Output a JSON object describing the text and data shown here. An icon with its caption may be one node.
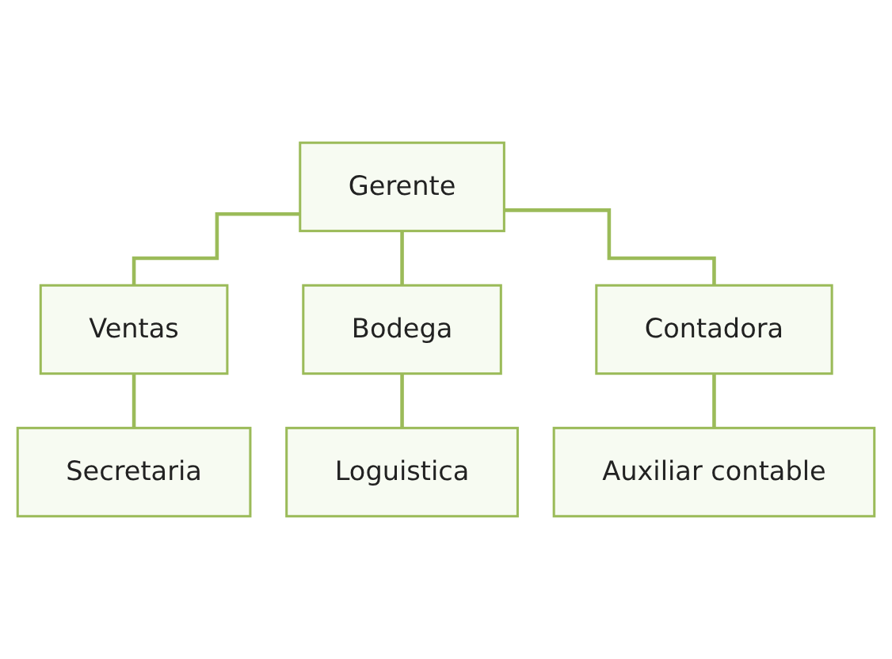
{
  "diagram": {
    "nodes": [
      {
        "text": [
          "Gerente"
        ]
      },
      {
        "text": [
          "Ventas"
        ]
      },
      {
        "text": [
          "Bodega"
        ]
      },
      {
        "text": [
          "Contadora"
        ]
      },
      {
        "text": [
          "Secretaria"
        ]
      },
      {
        "text": [
          "Loguistica"
        ]
      },
      {
        "text": [
          "Auxiliar contable"
        ]
      }
    ],
    "edges": [
      {
        "from": 0,
        "to": 1,
        "arrow": "none"
      },
      {
        "from": 0,
        "to": 2,
        "arrow": "none"
      },
      {
        "from": 0,
        "to": 3,
        "arrow": "none"
      },
      {
        "from": 1,
        "to": 4,
        "arrow": "none"
      },
      {
        "from": 2,
        "to": 5,
        "arrow": "none"
      },
      {
        "from": 3,
        "to": 6,
        "arrow": "none"
      }
    ]
  }
}
